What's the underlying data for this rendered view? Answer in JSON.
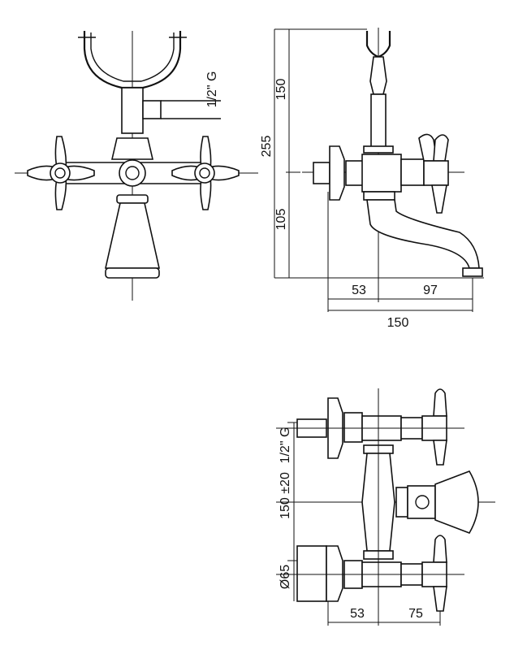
{
  "views": {
    "front": {
      "thread_label": "1/2\" G"
    },
    "side": {
      "height_total": "255",
      "height_upper": "150",
      "height_lower": "105",
      "depth_left": "53",
      "depth_right": "97",
      "depth_total": "150"
    },
    "top": {
      "thread_label": "1/2\" G",
      "center_distance": "150 ±20",
      "diameter": "Ø65",
      "depth_left": "53",
      "depth_right": "75"
    }
  }
}
